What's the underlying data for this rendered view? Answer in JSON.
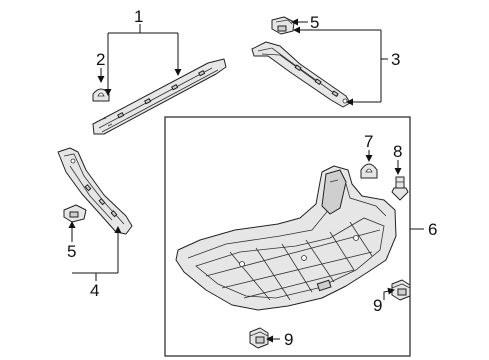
{
  "callouts": {
    "c1": "1",
    "c2": "2",
    "c3": "3",
    "c4": "4",
    "c5_top": "5",
    "c5_left": "5",
    "c6": "6",
    "c7": "7",
    "c8": "8",
    "c9_right": "9",
    "c9_bottom": "9"
  }
}
